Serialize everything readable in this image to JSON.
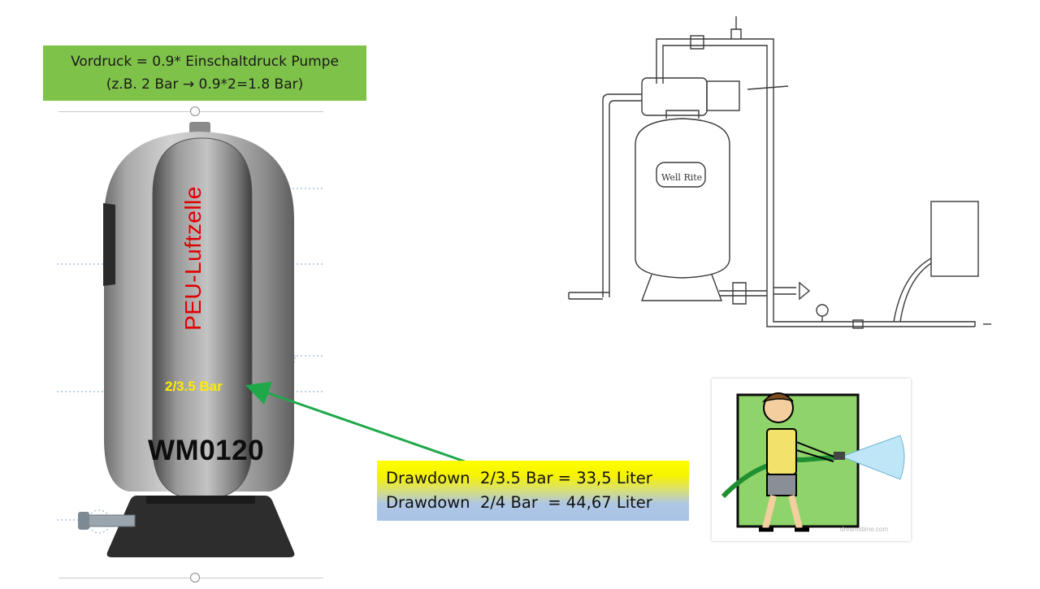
{
  "note": {
    "line1": "Vordruck = 0.9* Einschaltdruck Pumpe",
    "line2": "(z.B.  2 Bar →   0.9*2=1.8 Bar)"
  },
  "tank": {
    "cell_label": "PEU-Luftzelle",
    "pressure_label": "2/3.5 Bar",
    "model_label": "WM0120",
    "badge_text": "Well Rite"
  },
  "drawdown": {
    "row1": "Drawdown  2/3.5 Bar = 33,5 Liter",
    "row2": "Drawdown  2/4 Bar  = 44,67 Liter"
  },
  "cartoon": {
    "watermark": "dreamstime.com"
  },
  "colors": {
    "note_bg": "#7fc24a",
    "arrow": "#1fa84a",
    "cell_label": "#e00000",
    "pressure_label": "#ffeb00",
    "cartoon_bg": "#8fd46a"
  }
}
